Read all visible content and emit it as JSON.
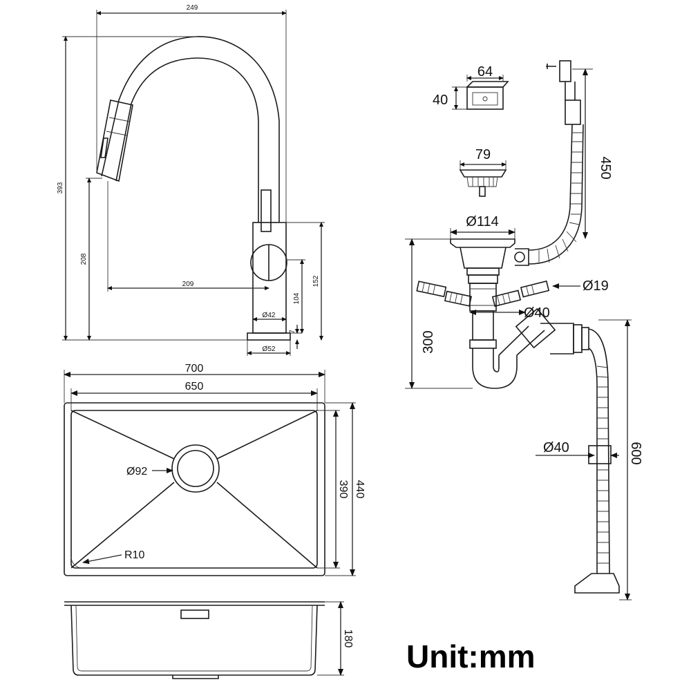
{
  "faucet": {
    "width": "249",
    "height": "393",
    "spout_height": "208",
    "reach": "209",
    "body_height": "104",
    "mount_height": "152",
    "body_diameter": "Ø42",
    "base_height": "7",
    "base_diameter": "Ø52"
  },
  "sink": {
    "outer_width": "700",
    "inner_width": "650",
    "drain_diameter": "Ø92",
    "corner_radius": "R10",
    "inner_depth": "390",
    "outer_depth": "440",
    "bowl_height": "180"
  },
  "drain_kit": {
    "overflow_width": "64",
    "overflow_height": "40",
    "basket_width": "79",
    "overflow_hose_length": "450",
    "flange_diameter": "Ø114",
    "trap_height": "300",
    "small_pipe_diameter": "Ø19",
    "pipe_diameter": "Ø40",
    "hose_diameter": "Ø40",
    "hose_length": "600"
  },
  "unit_label": "Unit:mm"
}
